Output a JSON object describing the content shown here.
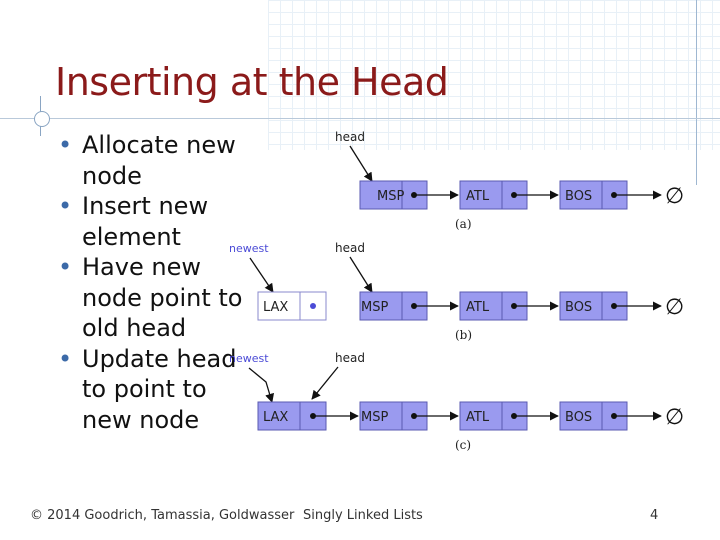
{
  "slide": {
    "title": "Inserting at the Head",
    "bullets": [
      "Allocate new node",
      "Insert new element",
      "Have new node point to old head",
      "Update head to point to new node"
    ],
    "footer": {
      "copyright": "© 2014 Goodrich, Tamassia, Goldwasser",
      "section": "Singly Linked Lists",
      "page_number": "4"
    }
  },
  "diagram": {
    "labels": {
      "head": "head",
      "newest": "newest"
    },
    "node_values": [
      "LAX",
      "MSP",
      "ATL",
      "BOS"
    ],
    "panel_captions": [
      "(a)",
      "(b)",
      "(c)"
    ],
    "null_symbol": "∅",
    "colors": {
      "existing_node": "#9a9aef",
      "new_node": "#ffffff",
      "new_node_border": "#8888cc",
      "newest_label": "#4b4bd6",
      "arrow": "#111111"
    }
  }
}
